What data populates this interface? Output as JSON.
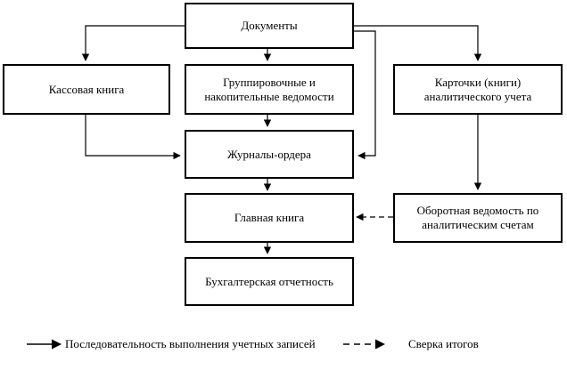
{
  "boxes": {
    "documents": "Документы",
    "cash_book": "Кассовая книга",
    "grouping_statements": "Группировочные и накопительные ведомости",
    "analytical_cards": "Карточки (книги) аналитического учета",
    "journals_orders": "Журналы-ордера",
    "turnover_statement": "Оборотная ведомость по аналитическим счетам",
    "general_ledger": "Главная книга",
    "financial_reporting": "Бухгалтерская отчетность"
  },
  "legend": {
    "solid_label": "Последовательность выполнения учетных записей",
    "dashed_label": "Сверка итогов"
  }
}
